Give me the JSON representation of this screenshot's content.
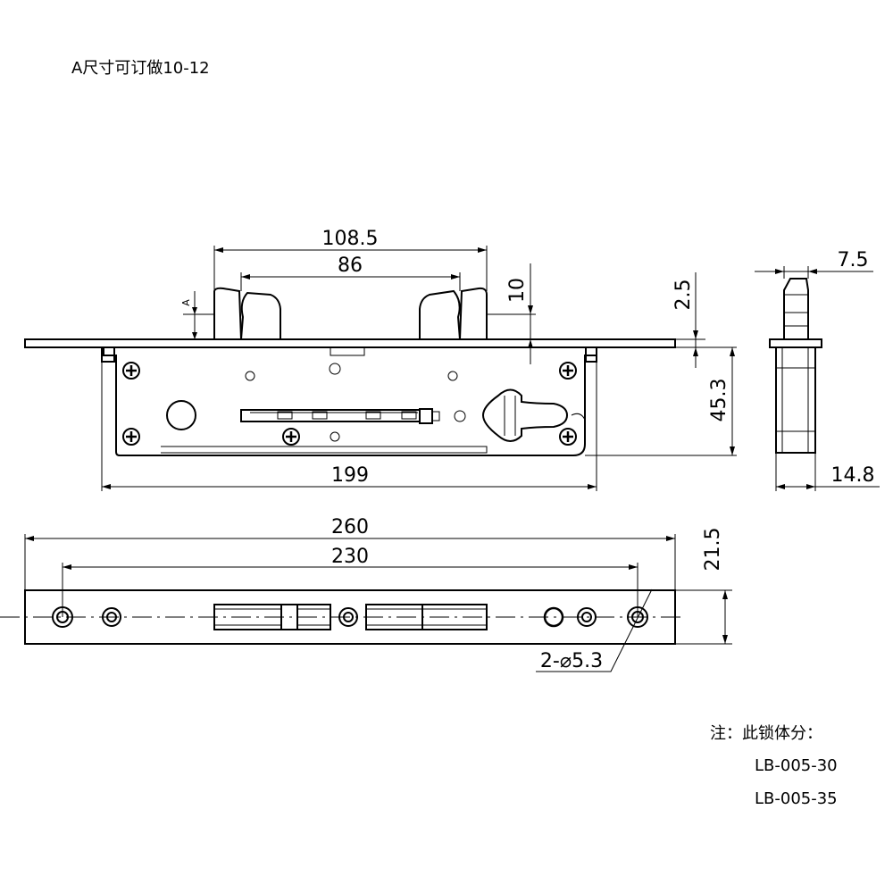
{
  "header_note": "A尺寸可订做10-12",
  "dimensions": {
    "handle_outer": "108.5",
    "handle_inner": "86",
    "latch_height": "10",
    "label_a": "A",
    "faceplate_thickness": "2.5",
    "body_height": "45.3",
    "body_length": "199",
    "side_latch_width": "7.5",
    "side_body_width": "14.8",
    "faceplate_length": "260",
    "hole_spacing": "230",
    "faceplate_width": "21.5",
    "hole_callout": "2-⌀5.3"
  },
  "footnote": {
    "title": "注：此锁体分：",
    "models": [
      "LB-005-30",
      "LB-005-35"
    ]
  },
  "colors": {
    "line": "#000000",
    "background": "#ffffff"
  }
}
